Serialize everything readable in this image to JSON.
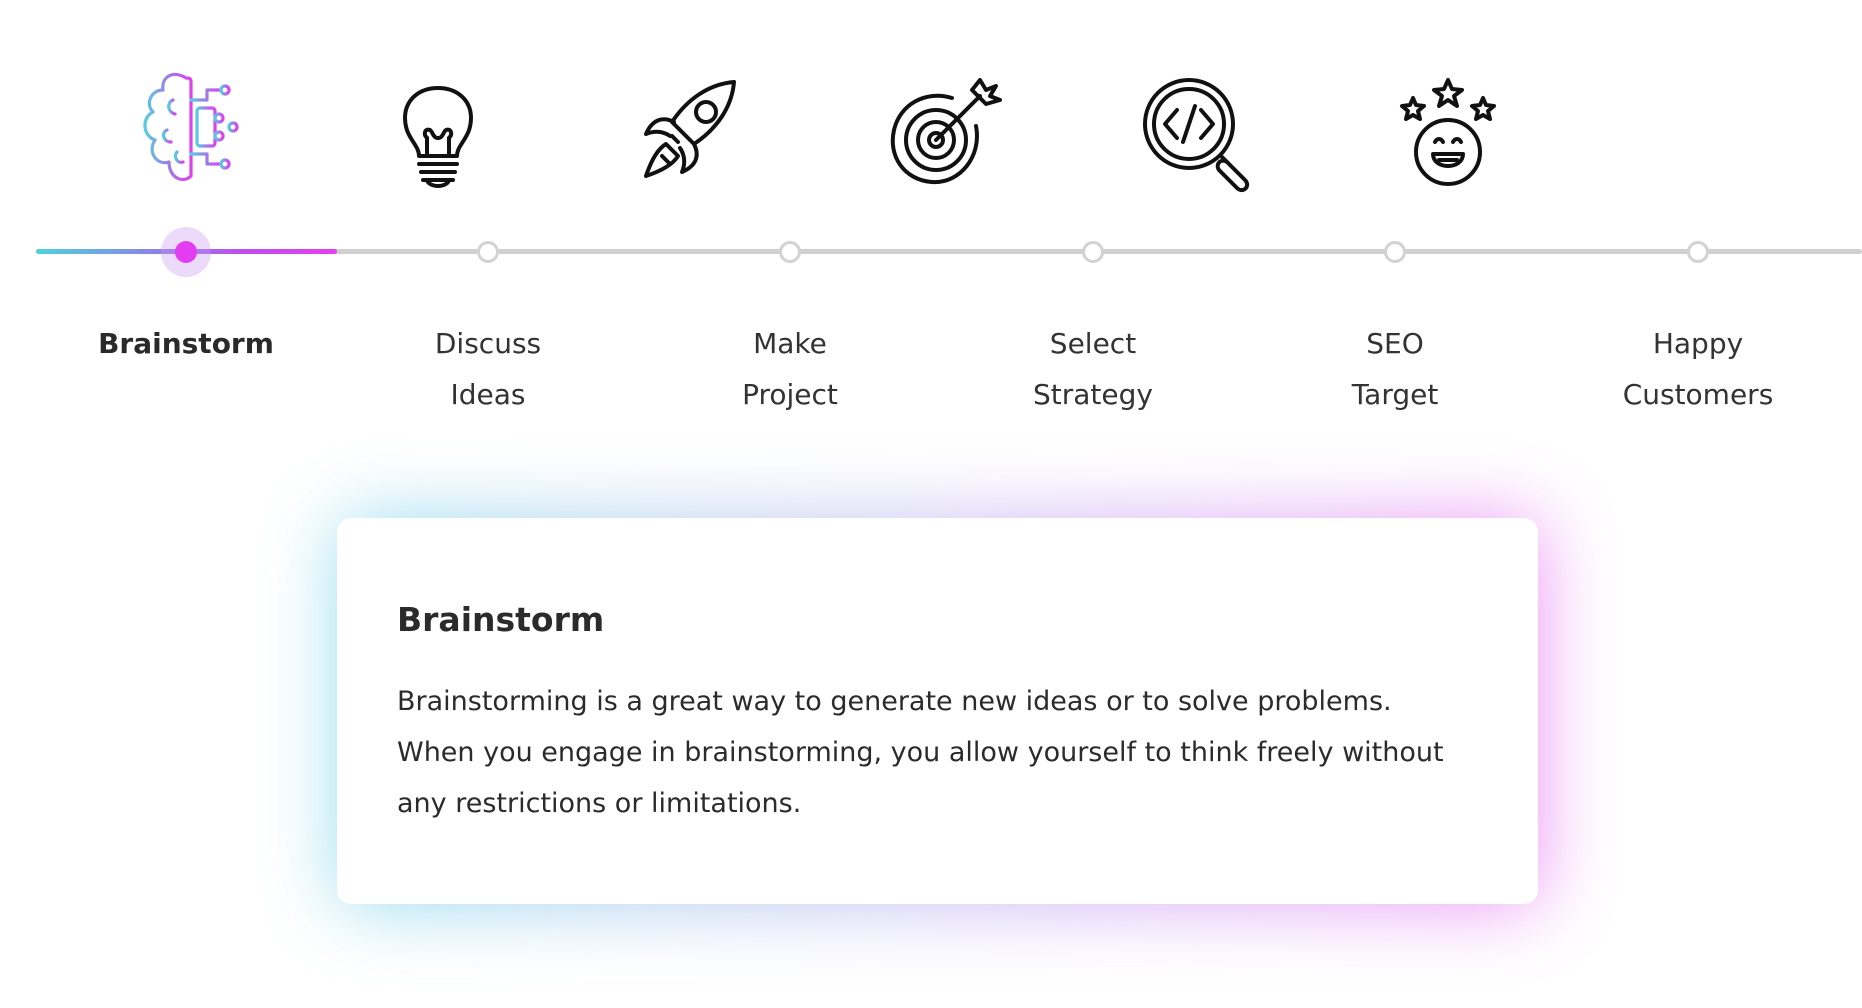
{
  "timeline": {
    "active_index": 0,
    "steps": [
      {
        "lines": [
          "Brainstorm"
        ],
        "icon": "brain-circuit-icon"
      },
      {
        "lines": [
          "Discuss",
          "Ideas"
        ],
        "icon": "lightbulb-icon"
      },
      {
        "lines": [
          "Make",
          "Project"
        ],
        "icon": "rocket-icon"
      },
      {
        "lines": [
          "Select",
          "Strategy"
        ],
        "icon": "target-arrow-icon"
      },
      {
        "lines": [
          "SEO",
          "Target"
        ],
        "icon": "code-magnifier-icon"
      },
      {
        "lines": [
          "Happy",
          "Customers"
        ],
        "icon": "happy-face-stars-icon"
      }
    ]
  },
  "card": {
    "title": "Brainstorm",
    "body": "Brainstorming is a great way to generate new ideas or to solve problems. When you engage in brainstorming, you allow yourself to think freely without any restrictions or limitations."
  },
  "colors": {
    "accent": "#e23df0",
    "gradient_start": "#4fd1dc",
    "gradient_end": "#e53ff0",
    "track": "#d0d0d0"
  }
}
